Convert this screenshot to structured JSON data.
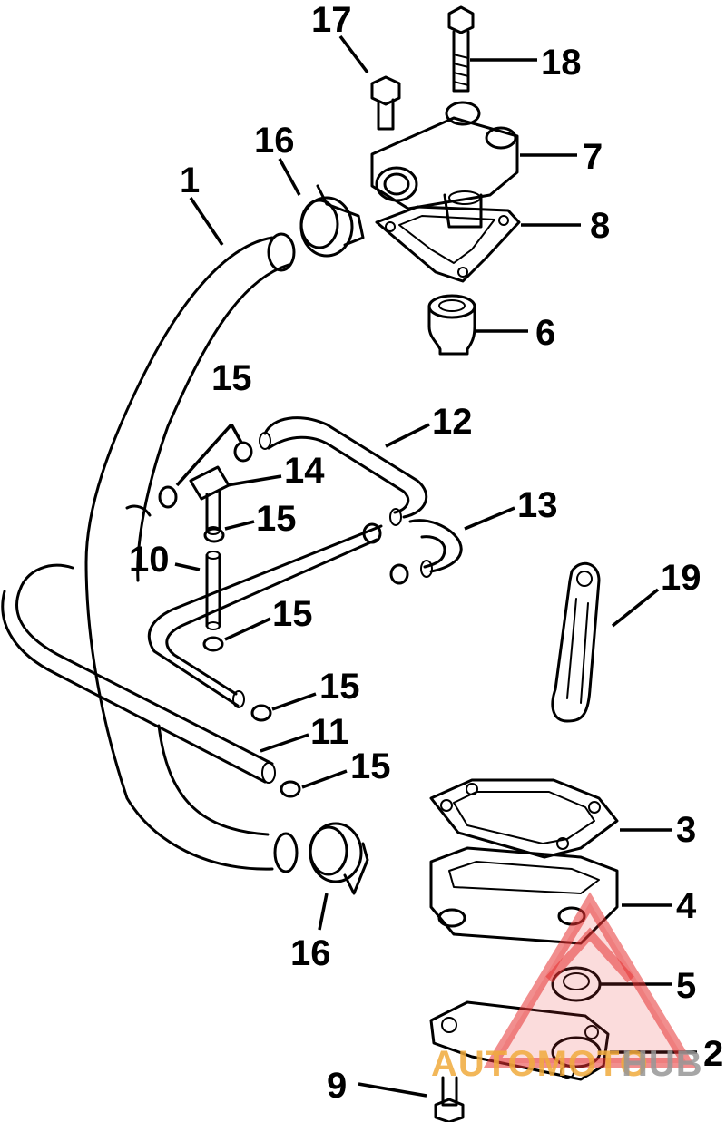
{
  "callouts": {
    "c1": "1",
    "c2": "2",
    "c3": "3",
    "c4": "4",
    "c5": "5",
    "c6": "6",
    "c7": "7",
    "c8": "8",
    "c9": "9",
    "c10": "10",
    "c11": "11",
    "c12": "12",
    "c13": "13",
    "c14": "14",
    "c15a": "15",
    "c15b": "15",
    "c15c": "15",
    "c15d": "15",
    "c15e": "15",
    "c16a": "16",
    "c16b": "16",
    "c17": "17",
    "c18": "18",
    "c19": "19"
  },
  "watermark": {
    "part1": "AUTOMOTO",
    "part2": "HUB",
    "color_triangle": "#e53935",
    "color_text1": "#f0a83c",
    "color_text2": "#969696"
  }
}
